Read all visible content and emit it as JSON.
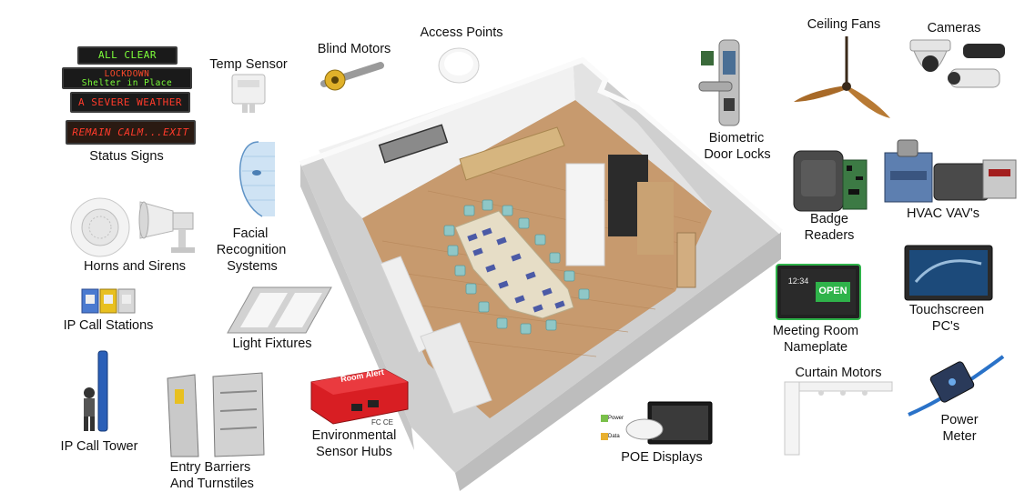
{
  "labels": {
    "status_signs": "Status Signs",
    "temp_sensor": "Temp Sensor",
    "blind_motors": "Blind Motors",
    "access_points": "Access Points",
    "biometric_1": "Biometric",
    "biometric_2": "Door Locks",
    "ceiling_fans": "Ceiling Fans",
    "cameras": "Cameras",
    "horns_sirens": "Horns and Sirens",
    "facial_1": "Facial",
    "facial_2": "Recognition",
    "facial_3": "Systems",
    "badge_1": "Badge",
    "badge_2": "Readers",
    "hvac": "HVAC VAV's",
    "ip_call_stations": "IP Call Stations",
    "light_fixtures": "Light Fixtures",
    "touchscreen_1": "Touchscreen",
    "touchscreen_2": "PC's",
    "meeting_1": "Meeting Room",
    "meeting_2": "Nameplate",
    "curtain_motors": "Curtain Motors",
    "ip_call_tower": "IP Call Tower",
    "env_1": "Environmental",
    "env_2": "Sensor Hubs",
    "power_1": "Power",
    "power_2": "Meter",
    "entry_1": "Entry Barriers",
    "entry_2": "And Turnstiles",
    "poe_displays": "POE Displays"
  },
  "signs": {
    "all_clear": "ALL CLEAR",
    "lockdown_1": "LOCKDOWN",
    "lockdown_2": "Shelter in Place",
    "severe": "A SEVERE WEATHER",
    "remain": "REMAIN CALM...EXIT"
  },
  "device_text": {
    "nameplate_time": "12:34",
    "nameplate_status": "OPEN",
    "hub_brand": "Room Alert",
    "hub_marks": "FC CE",
    "poe_power": "Power",
    "poe_data": "Data"
  },
  "colors": {
    "wall_top": "#e9e9e9",
    "wall_side": "#d6d6d6",
    "floor": "#c79a6e",
    "chair": "#8fc7c7",
    "table": "#e6ddc6",
    "led_green": "#7dff3a",
    "led_red": "#ff3b2b",
    "hub_red": "#d81e23",
    "nameplate_green": "#2fb34a"
  }
}
